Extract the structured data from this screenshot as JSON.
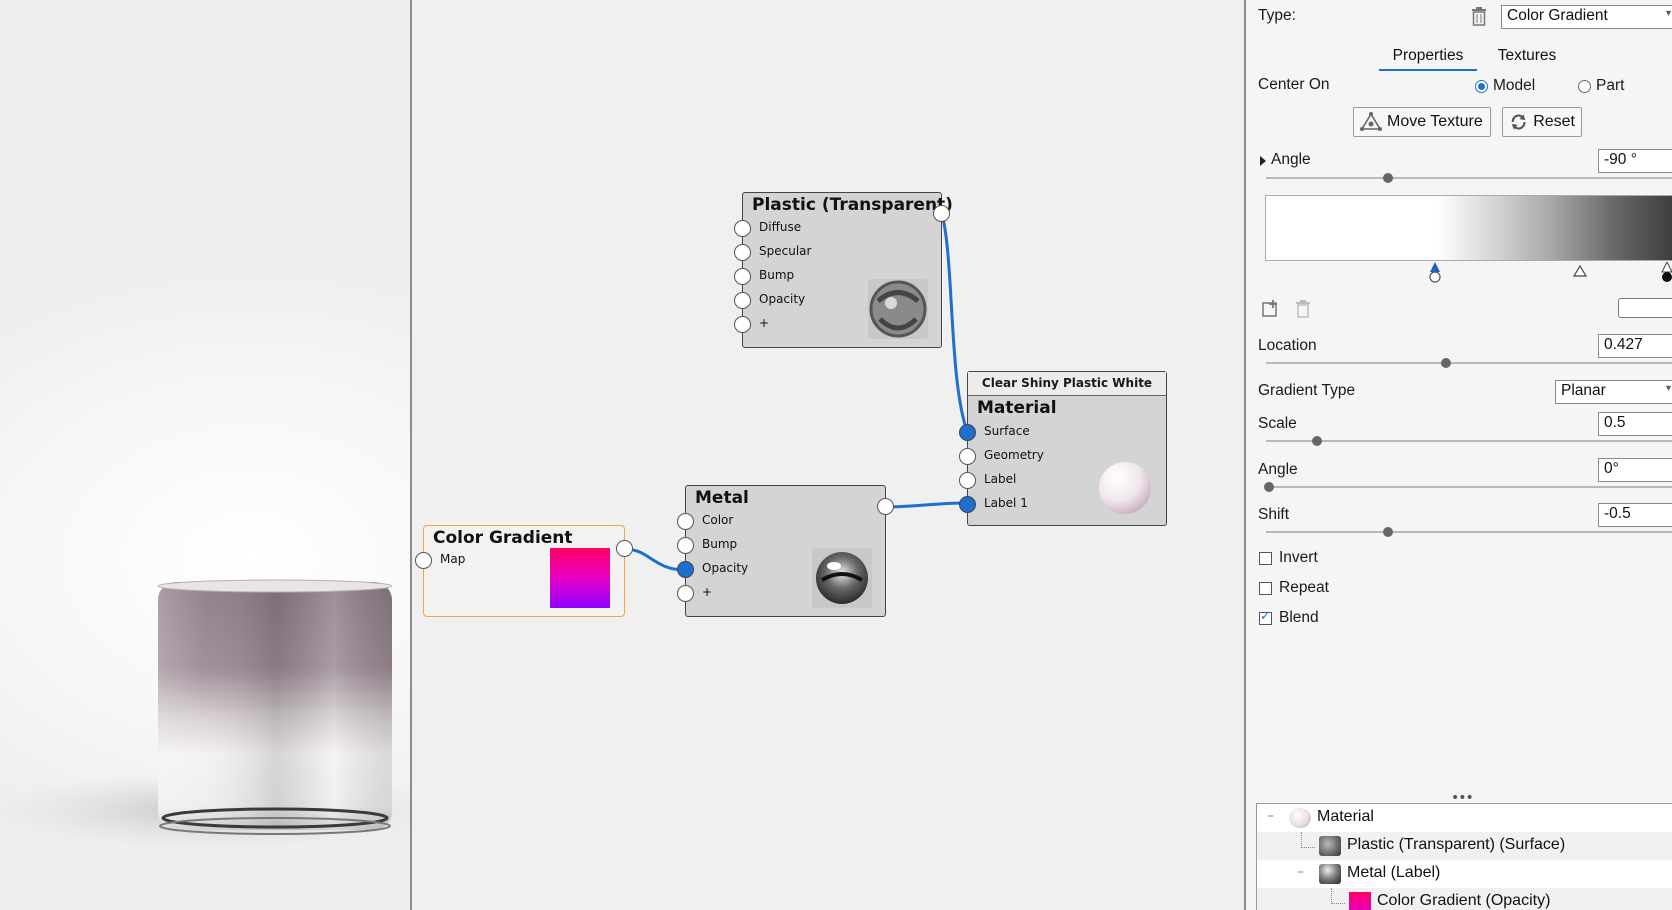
{
  "graph": {
    "nodes": {
      "plastic": {
        "title": "Plastic (Transparent)",
        "ports": [
          "Diffuse",
          "Specular",
          "Bump",
          "Opacity",
          "+"
        ]
      },
      "material": {
        "header": "Clear Shiny Plastic White",
        "title": "Material",
        "ports": [
          "Surface",
          "Geometry",
          "Label",
          "Label 1"
        ]
      },
      "metal": {
        "title": "Metal",
        "ports": [
          "Color",
          "Bump",
          "Opacity",
          "+"
        ]
      },
      "gradient": {
        "title": "Color Gradient",
        "ports": [
          "Map"
        ]
      }
    },
    "colors": {
      "wire": "#1e6fd0",
      "port_connected": "#1e6fd0",
      "selection": "#f2a44a"
    }
  },
  "panel": {
    "type_label": "Type:",
    "type_value": "Color Gradient",
    "tabs": [
      {
        "label": "Properties",
        "active": true
      },
      {
        "label": "Textures",
        "active": false
      }
    ],
    "center_on_label": "Center On",
    "center_on_options": [
      {
        "label": "Model",
        "selected": true
      },
      {
        "label": "Part",
        "selected": false
      }
    ],
    "move_texture_label": "Move Texture",
    "reset_label": "Reset",
    "angle_label": "Angle",
    "angle_value": "-90 °",
    "angle_slider": 0.3,
    "location_label": "Location",
    "location_value": "0.427",
    "location_slider": 0.43,
    "gradient_type_label": "Gradient Type",
    "gradient_type_value": "Planar",
    "scale_label": "Scale",
    "scale_value": "0.5",
    "scale_slider": 0.12,
    "angle2_label": "Angle",
    "angle2_value": "0°",
    "angle2_slider": 0.0,
    "shift_label": "Shift",
    "shift_value": "-0.5",
    "shift_slider": 0.3,
    "checkboxes": [
      {
        "label": "Invert",
        "checked": false
      },
      {
        "label": "Repeat",
        "checked": false
      },
      {
        "label": "Blend",
        "checked": true
      }
    ],
    "tree": [
      {
        "label": "Material",
        "depth": 0,
        "expander": "–",
        "icon": "sphere-white-icon"
      },
      {
        "label": "Plastic (Transparent) (Surface)",
        "depth": 1,
        "expander": "",
        "icon": "plastic-sphere-icon"
      },
      {
        "label": "Metal (Label)",
        "depth": 1,
        "expander": "–",
        "icon": "metal-sphere-icon"
      },
      {
        "label": "Color Gradient (Opacity)",
        "depth": 2,
        "expander": "",
        "icon": "gradient-swatch-icon"
      }
    ]
  }
}
